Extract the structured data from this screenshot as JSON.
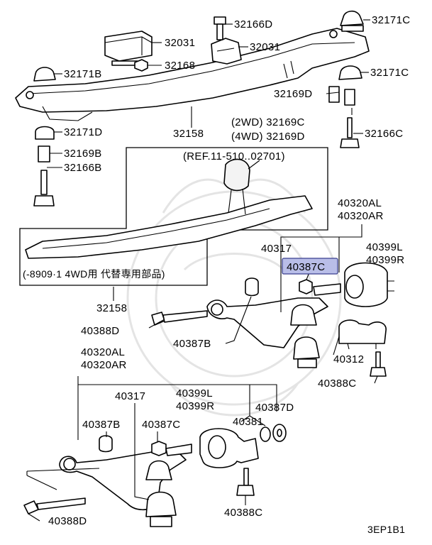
{
  "labels": {
    "p32166d": "32166D",
    "p32171c_top": "32171C",
    "p32031_left": "32031",
    "p32031_right": "32031",
    "p32168": "32168",
    "p32171b": "32171B",
    "p32171c_mid": "32171C",
    "p32169d": "32169D",
    "p32169c_2wd": "(2WD) 32169C",
    "p32169d_4wd": "(4WD) 32169D",
    "p32166c": "32166C",
    "p32158_top": "32158",
    "p32171d": "32171D",
    "p32169b": "32169B",
    "p32166b": "32166B",
    "ref": "(REF.11-510..02701)",
    "inset_note": "(-8909·1  4WD用  代替専用部品)",
    "p32158_bottom": "32158",
    "p40320al_top": "40320AL",
    "p40320ar_top": "40320AR",
    "p40317_top": "40317",
    "p40399l_top": "40399L",
    "p40399r_top": "40399R",
    "p40387c_top": "40387C",
    "p40388d_top": "40388D",
    "p40387b_top": "40387B",
    "p40312": "40312",
    "p40388c_top": "40388C",
    "p40320al_bot": "40320AL",
    "p40320ar_bot": "40320AR",
    "p40317_bot": "40317",
    "p40399l_bot": "40399L",
    "p40399r_bot": "40399R",
    "p40387d": "40387D",
    "p40381": "40381",
    "p40387b_bot": "40387B",
    "p40387c_bot": "40387C",
    "p40388c_bot": "40388C",
    "p40388d_bot": "40388D",
    "diagram_code": "3EP1B1"
  },
  "highlight_color": "#b9bee8"
}
